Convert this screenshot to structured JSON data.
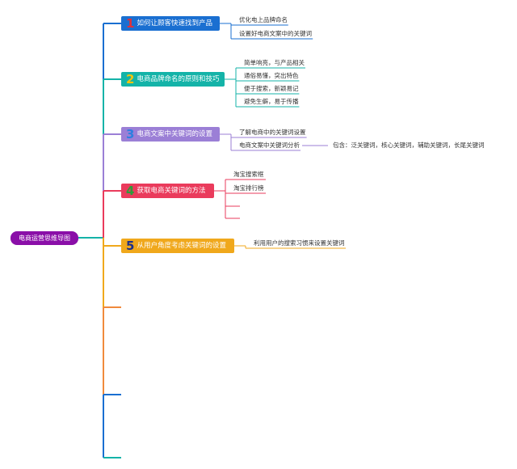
{
  "root": {
    "label": "电商运营思维导图",
    "color": "#8a0fa8"
  },
  "branches": [
    {
      "num": "1",
      "label": "如何让顾客快速找到产品",
      "color": "#1a6fd1",
      "num_color": "#e0303a",
      "line_color": "#1a6fd1",
      "children": [
        {
          "label": "优化电上品牌命名"
        },
        {
          "label": "设置好电商文案中的关键词"
        }
      ]
    },
    {
      "num": "2",
      "label": "电商品牌命名的原则和技巧",
      "color": "#14b3a8",
      "num_color": "#f1c40f",
      "line_color": "#14b3a8",
      "children": [
        {
          "label": "简单响亮，与产品相关"
        },
        {
          "label": "通俗易懂，突出特色"
        },
        {
          "label": "便于搜索，新颖易记"
        },
        {
          "label": "避免生僻，易于传播"
        }
      ]
    },
    {
      "num": "3",
      "label": "电商文案中关键词的设置",
      "color": "#9b7fd6",
      "num_color": "#2d7fe0",
      "line_color": "#9b7fd6",
      "children": [
        {
          "label": "了解电商中的关键词设置"
        },
        {
          "label": "电商文案中关键词分析",
          "detail": "包含：泛关键词，核心关键词，辅助关键词，长尾关键词"
        }
      ]
    },
    {
      "num": "4",
      "label": "获取电商关键词的方法",
      "color": "#ea3b5c",
      "num_color": "#2e9b3a",
      "line_color": "#ea3b5c",
      "children": [
        {
          "label": "淘宝搜索框"
        },
        {
          "label": "淘宝排行榜"
        },
        {
          "label": ""
        },
        {
          "label": ""
        }
      ]
    },
    {
      "num": "5",
      "label": "从用户角度考虑关键词的设置",
      "color": "#f0a81c",
      "num_color": "#1c2f8a",
      "line_color": "#f0a81c",
      "children": [
        {
          "label": "利用用户的搜索习惯来设置关键词"
        }
      ]
    }
  ],
  "empty_branches": [
    {
      "color": "#f08a3c"
    },
    {
      "color": "#1a6fd1"
    },
    {
      "color": "#14b3a8"
    }
  ]
}
